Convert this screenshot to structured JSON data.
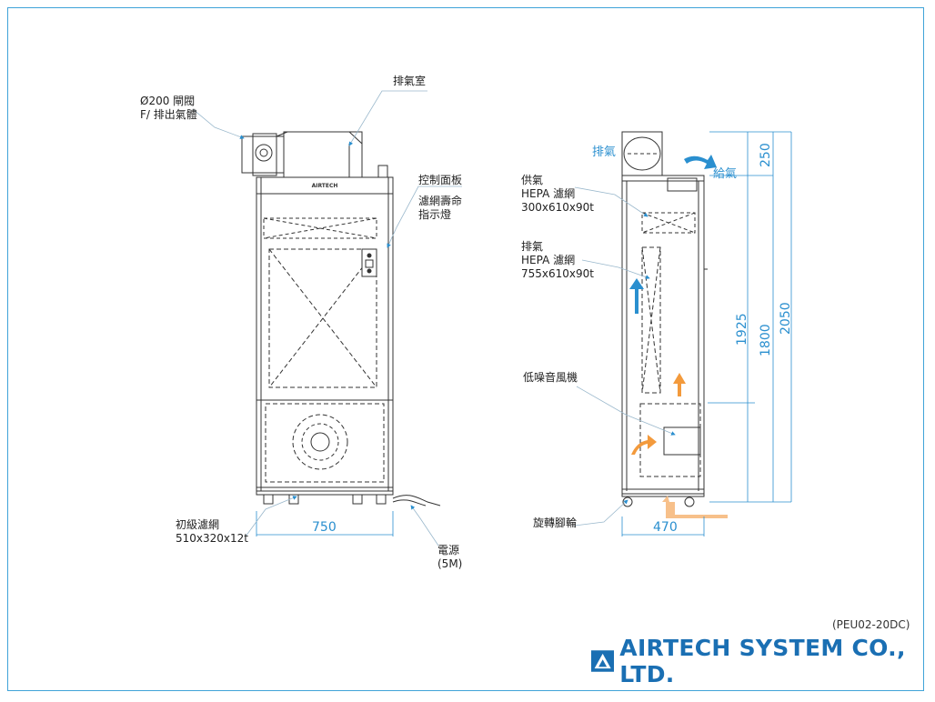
{
  "labels": {
    "damper": [
      "Ø200 閘閥",
      "F/ 排出氣體"
    ],
    "exhaust_chamber": "排氣室",
    "control_panel": "控制面板",
    "filter_life": [
      "濾網壽命",
      "指示燈"
    ],
    "prefilter": [
      "初級濾網",
      "510x320x12t"
    ],
    "power": [
      "電源",
      "(5M)"
    ],
    "exhaust_blue": "排氣",
    "supply_air": "給氣",
    "supply_hepa": [
      "供氣",
      "HEPA 濾網",
      "300x610x90t"
    ],
    "exhaust_hepa": [
      "排氣",
      "HEPA 濾網",
      "755x610x90t"
    ],
    "fan": "低噪音風機",
    "caster": "旋轉腳輪",
    "unit_brand": "AIRTECH"
  },
  "dimensions": {
    "width_front": "750",
    "depth_side": "470",
    "h_250": "250",
    "h_1925": "1925",
    "h_1800": "1800",
    "h_2050": "2050"
  },
  "drawing_code": "(PEU02-20DC)",
  "company": "AIRTECH SYSTEM CO., LTD.",
  "colors": {
    "frame": "#3fa3d8",
    "line": "#333333",
    "dim": "#2a8fcf",
    "arrow_blue": "#2a8fcf",
    "arrow_orange": "#f39a3c",
    "brand": "#1a6fb3"
  }
}
